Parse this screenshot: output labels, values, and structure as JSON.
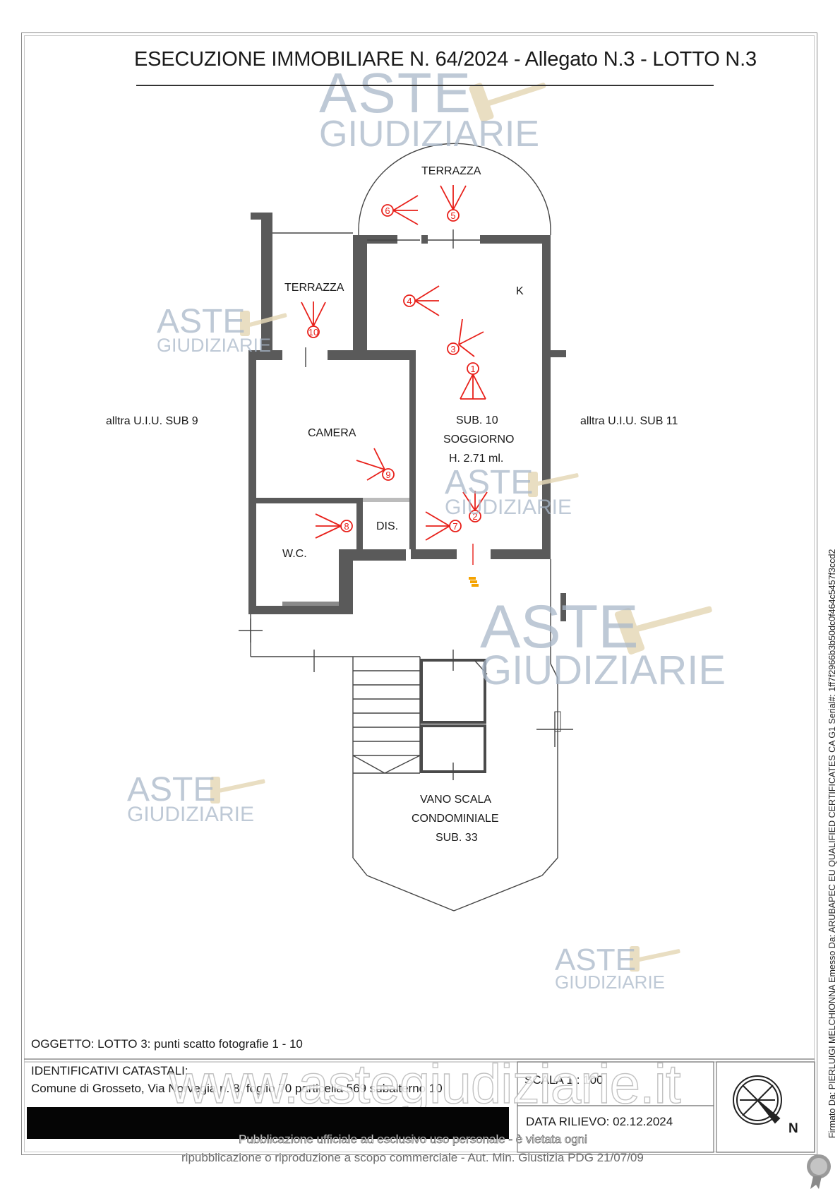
{
  "header": {
    "title": "ESECUZIONE IMMOBILIARE N. 64/2024 - Allegato N.3 - LOTTO N.3"
  },
  "rooms": {
    "terrazza_top": "TERRAZZA",
    "terrazza_left": "TERRAZZA",
    "kitchen": "K",
    "sub10": "SUB. 10",
    "soggiorno": "SOGGIORNO",
    "height": "H. 2.71 ml.",
    "camera": "CAMERA",
    "wc": "W.C.",
    "dis": "DIS.",
    "vano1": "VANO SCALA",
    "vano2": "CONDOMINIALE",
    "vano3": "SUB. 33"
  },
  "neighbors": {
    "left": "alltra U.I.U. SUB 9",
    "right": "alltra U.I.U. SUB 11"
  },
  "photo_points": [
    "1",
    "2",
    "3",
    "4",
    "5",
    "6",
    "7",
    "8",
    "9",
    "10"
  ],
  "watermark": {
    "line1": "ASTE",
    "line2": "GIUDIZIARIE",
    "site": "www.astegiudiziarie.it"
  },
  "footer": {
    "oggetto": "OGGETTO:  LOTTO 3: punti scatto fotografie 1 - 10",
    "ident_label": "IDENTIFICATIVI CATASTALI:",
    "ident_value": "Comune di Grosseto, Via Norvegia n. 8, foglio 70 particella 569 subalterno 10",
    "scala": "SCALA 1 : 100",
    "data": "DATA RILIEVO: 02.12.2024",
    "north": "N",
    "pub1": "Pubblicazione ufficiale ad esclusivo uso personale - è vietata ogni",
    "pub2": "ripubblicazione o riproduzione a scopo commerciale - Aut. Min. Giustizia PDG 21/07/09"
  },
  "signature": "Firmato Da: PIERLUIGI MELCHIONNA Emesso Da: ARUBAPEC EU QUALIFIED CERTIFICATES CA G1 Serial#: 1ff7f2966b3b50dc0f464c5457f3ccd2",
  "colors": {
    "wall": "#5a5a5a",
    "marker": "#e8201a",
    "watermark": "#a9b7c8"
  }
}
